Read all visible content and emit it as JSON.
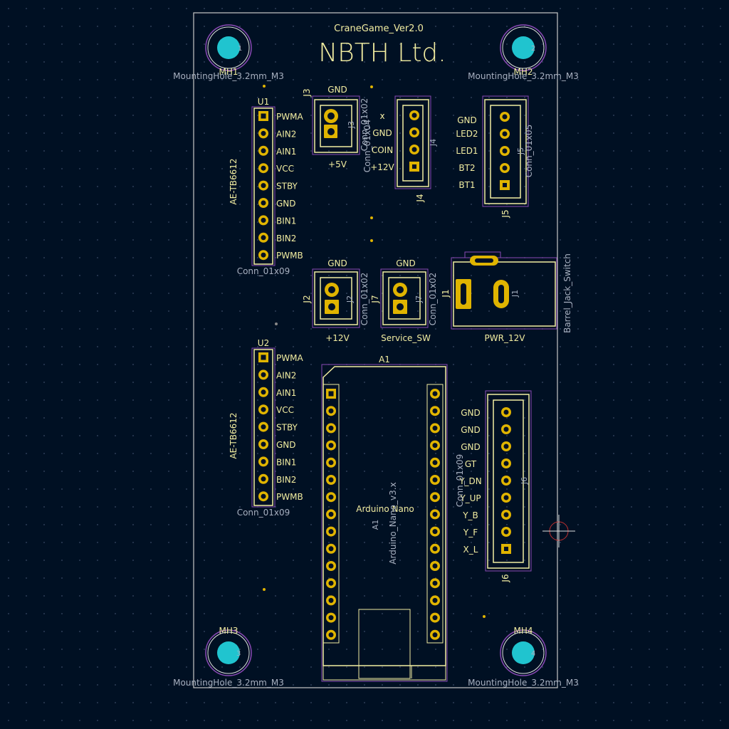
{
  "board": {
    "title": "CraneGame_Ver2.0",
    "company": "NBTH Ltd."
  },
  "mounting_holes": [
    {
      "ref": "MH1",
      "value": "MountingHole_3.2mm_M3",
      "pad": "1"
    },
    {
      "ref": "MH2",
      "value": "MountingHole_3.2mm_M3",
      "pad": "2"
    },
    {
      "ref": "MH3",
      "value": "MountingHole_3.2mm_M3",
      "pad": "3"
    },
    {
      "ref": "MH4",
      "value": "MountingHole_3.2mm_M3",
      "pad": "4"
    }
  ],
  "u1": {
    "ref": "U1",
    "name": "AE-TB6612",
    "value": "Conn_01x09",
    "pins": [
      "PWMA",
      "AIN2",
      "AIN1",
      "VCC",
      "STBY",
      "GND",
      "BIN1",
      "BIN2",
      "PWMB"
    ]
  },
  "u2": {
    "ref": "U2",
    "name": "AE-TB6612",
    "value": "Conn_01x09",
    "pins": [
      "PWMA",
      "AIN2",
      "AIN1",
      "VCC",
      "STBY",
      "GND",
      "BIN1",
      "BIN2",
      "PWMB"
    ]
  },
  "j3": {
    "ref": "J3",
    "value": "Conn_01x02",
    "top": "GND",
    "bottom": "+5V"
  },
  "j4": {
    "ref": "J4",
    "value": "Conn_01x04",
    "pins": [
      "x",
      "GND",
      "COIN",
      "+12V"
    ]
  },
  "j5": {
    "ref": "J5",
    "value": "Conn_01x05",
    "pins": [
      "GND",
      "LED2",
      "LED1",
      "BT2",
      "BT1"
    ]
  },
  "j2": {
    "ref": "J2",
    "value": "Conn_01x02",
    "top": "GND",
    "bottom": "+12V"
  },
  "j7": {
    "ref": "J7",
    "value": "Conn_01x02",
    "top": "GND",
    "bottom": "Service_SW"
  },
  "j1": {
    "ref": "J1",
    "value": "Barrel_Jack_Switch",
    "label": "PWR_12V"
  },
  "a1": {
    "ref": "A1",
    "value": "Arduino_Nano_v3.x",
    "label": "Arduino Nano"
  },
  "j6": {
    "ref": "J6",
    "value": "Conn_01x09",
    "pins": [
      "GND",
      "GND",
      "GND",
      "GT",
      "Y_DN",
      "Y_UP",
      "Y_B",
      "Y_F",
      "X_L"
    ]
  }
}
